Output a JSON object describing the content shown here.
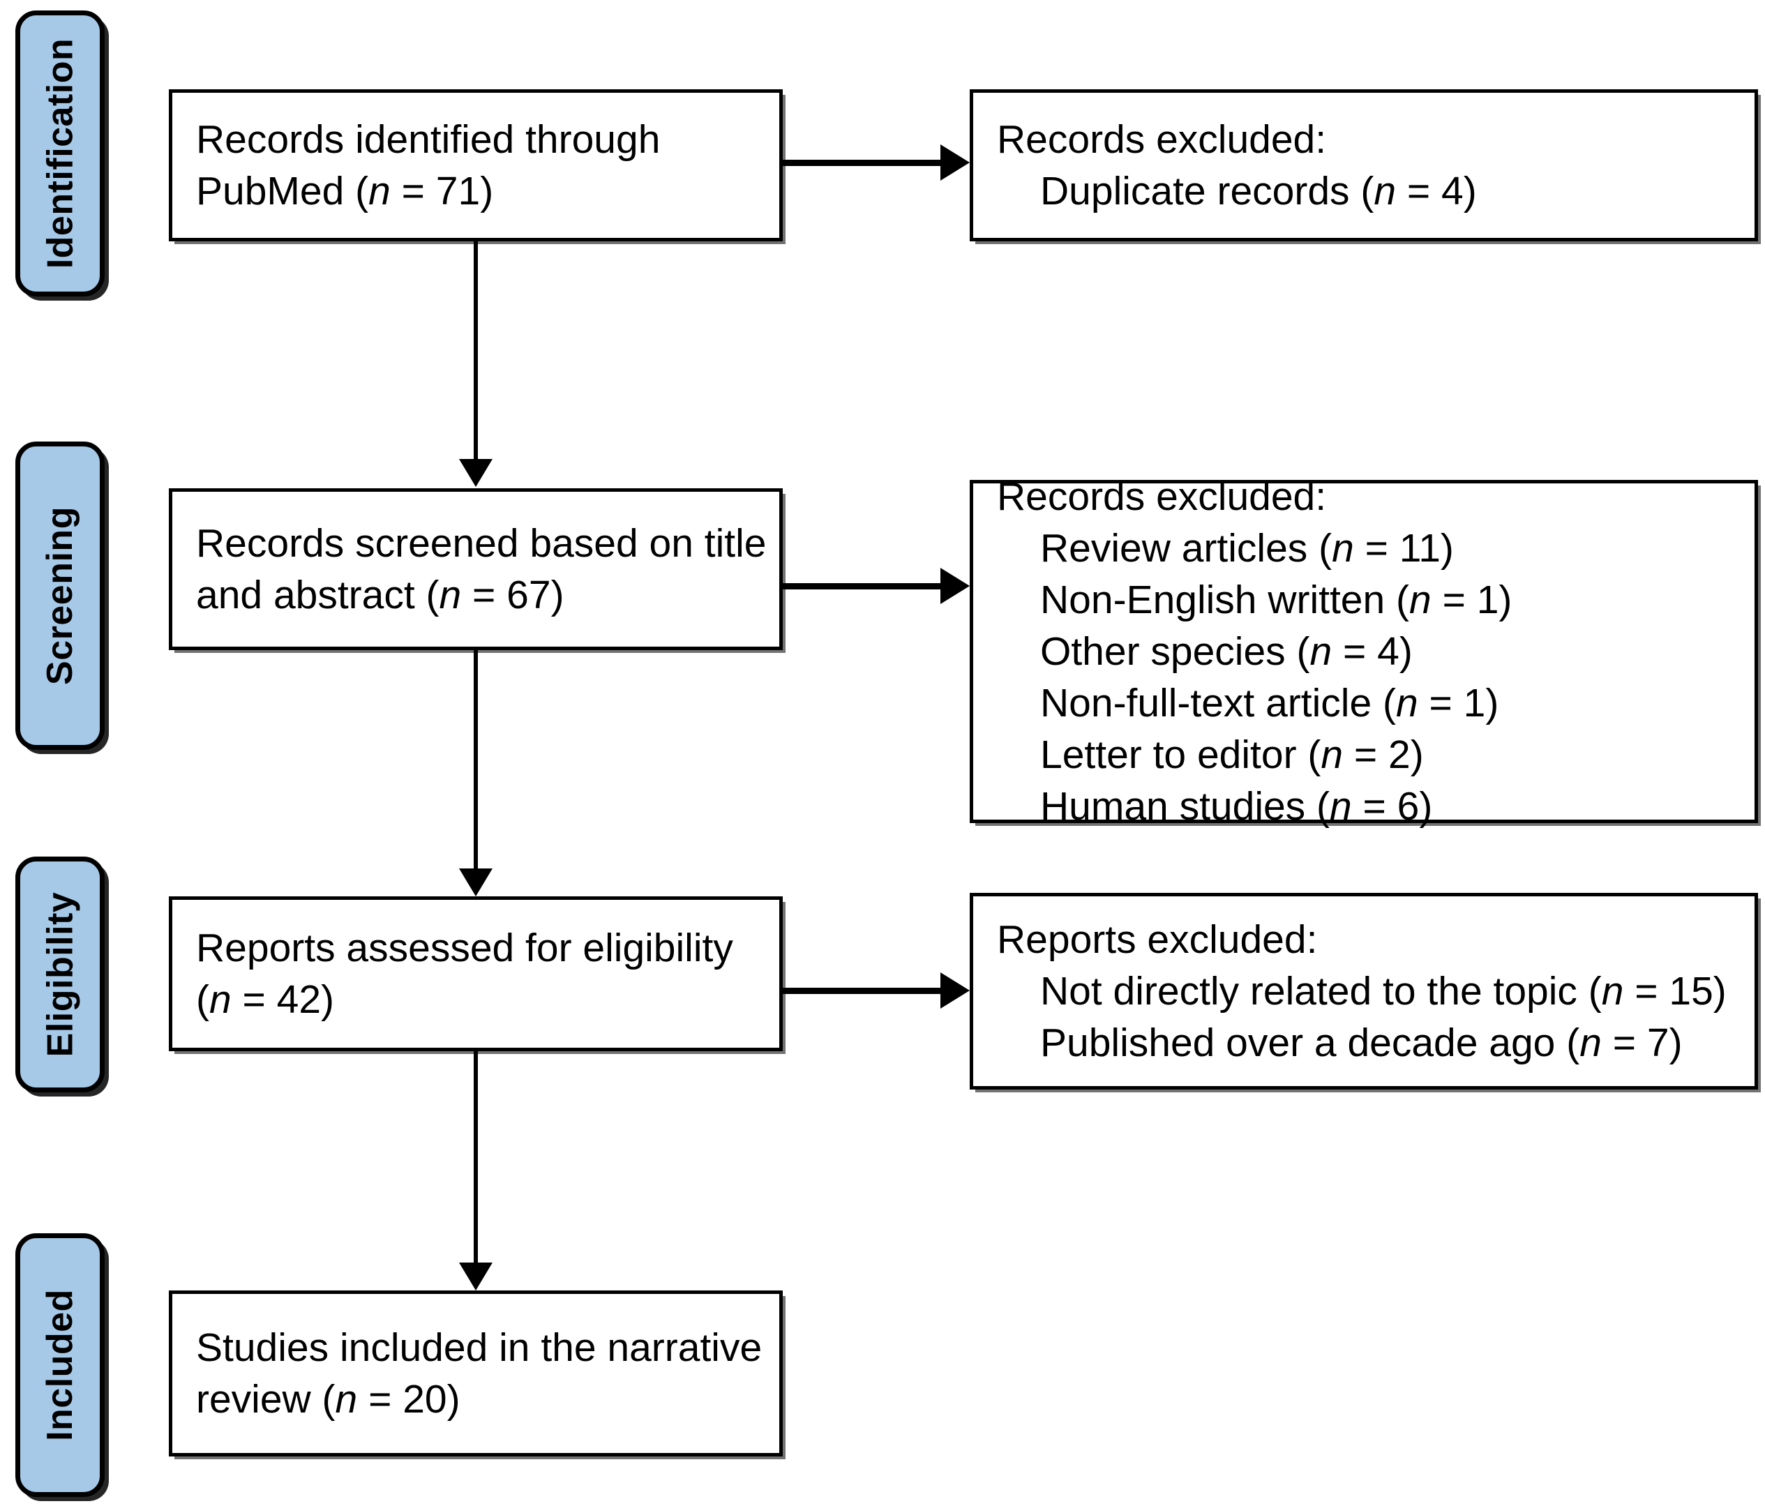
{
  "diagram": {
    "title": "PRISMA flow diagram",
    "accent_color": "#A6C9E8",
    "line_color": "#000000",
    "background_color": "#FFFFFF"
  },
  "stages": [
    {
      "id": "identification",
      "label": "Identification"
    },
    {
      "id": "screening",
      "label": "Screening"
    },
    {
      "id": "eligibility",
      "label": "Eligibility"
    },
    {
      "id": "included",
      "label": "Included"
    }
  ],
  "boxes": {
    "identified": {
      "line1": "Records identified through",
      "line2": "PubMed (n = 71)",
      "n": 71,
      "source": "PubMed"
    },
    "excluded_identification": {
      "line1": "Records excluded:",
      "line2": "Duplicate records (n = 4)"
    },
    "screened": {
      "line1": "Records screened based on title",
      "line2": "and abstract (n = 67)",
      "n": 67
    },
    "excluded_screening": {
      "line1": "Records excluded:",
      "line2": "Review articles (n = 11)",
      "line3": "Non-English written (n = 1)",
      "line4": "Other species (n = 4)",
      "line5": "Non-full-text article (n = 1)",
      "line6": "Letter to editor (n = 2)",
      "line7": "Human studies (n = 6)"
    },
    "assessed": {
      "line1": "Reports assessed for eligibility",
      "line2": "(n = 42)",
      "n": 42
    },
    "excluded_eligibility": {
      "line1": "Reports excluded:",
      "line2": "Not directly related to the topic (n = 15)",
      "line3": "Published over a decade ago (n = 7)"
    },
    "included": {
      "line1": "Studies included in the narrative",
      "line2": "review (n = 20)",
      "n": 20
    }
  },
  "exclusion_counts": {
    "duplicate_records": 4,
    "review_articles": 11,
    "non_english_written": 1,
    "other_species": 4,
    "non_full_text_article": 1,
    "letter_to_editor": 2,
    "human_studies": 6,
    "not_directly_related": 15,
    "published_over_a_decade_ago": 7
  }
}
